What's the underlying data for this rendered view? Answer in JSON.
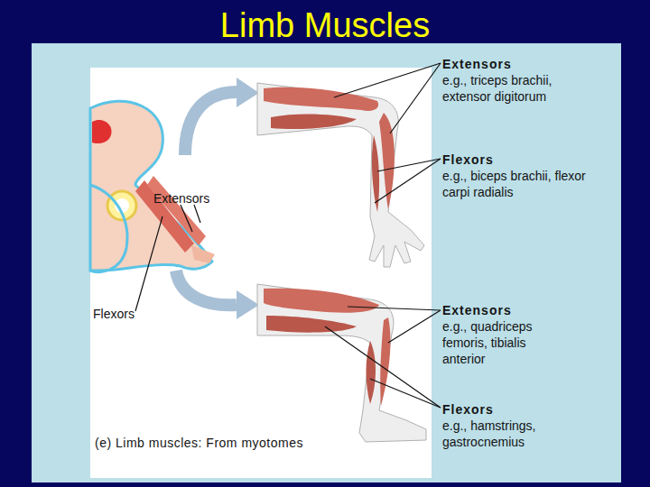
{
  "diagram": {
    "title": "Limb Muscles",
    "caption": "(e) Limb muscles: From myotomes",
    "labels": [
      "Extensors",
      "e.g., triceps brachii, extensor digitorum",
      "Flexors",
      "e.g., biceps brachii, flexor carpi radialis",
      "Extensors",
      "Flexors",
      "Extensors",
      "e.g., quadriceps femoris, tibialis anterior",
      "Flexors",
      "e.g., hamstrings, gastrocnemius"
    ]
  }
}
